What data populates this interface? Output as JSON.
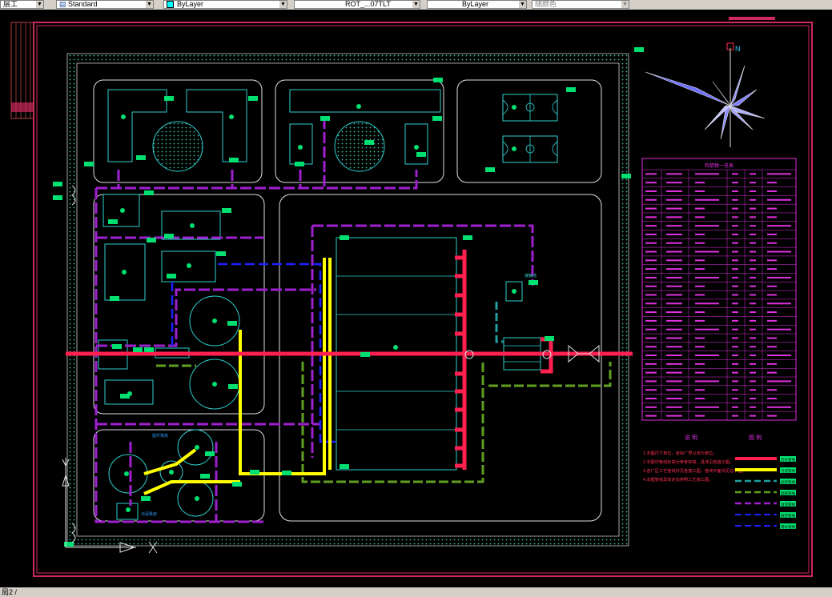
{
  "toolbar": {
    "layer_dropdown": "层工",
    "style_dropdown": "Standard",
    "color_dropdown": "ByLayer",
    "linetype_dropdown": "ROT_...07TLT",
    "lineweight_dropdown": "ByLayer",
    "plotstyle_dropdown": "随颜色"
  },
  "status": {
    "layout_tab": "局2 /"
  },
  "drawing": {
    "north_label": "N",
    "notes_header": [
      "说 明",
      "图 例"
    ],
    "notes_lines": [
      "1.本图尺寸单位，坐标厂界以米为单位。",
      "2.本图中管线标高为参考标高，具体见各施工图。",
      "3.各厂区工艺管线详见各施工图，管线平面详见总平面。",
      "4.本图管线具体走向参照工艺施工图。"
    ],
    "legend": [
      "污水管线",
      "污泥管线",
      "加药管线",
      "超越管线",
      "溢流管线",
      "放空管线",
      "雨水管线"
    ],
    "table_title": "构筑物一览表",
    "label_top_pump": "提升泵房",
    "label_bottom": "污泥泵房",
    "label_right_pool": "接触池"
  }
}
